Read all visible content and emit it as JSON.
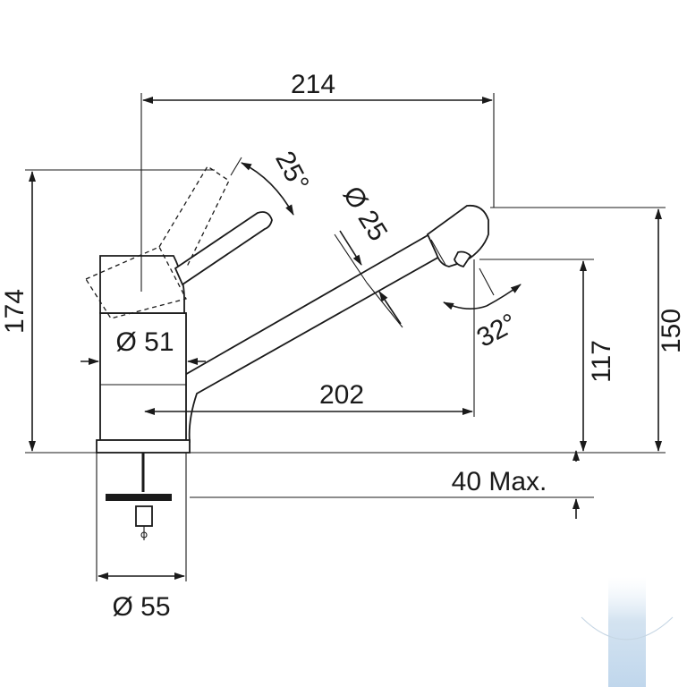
{
  "dimensions": {
    "total_width": "214",
    "total_height": "174",
    "spout_height": "150",
    "spout_clearance": "117",
    "spout_length": "202",
    "body_diameter": "Ø 51",
    "spout_diameter": "Ø 25",
    "base_diameter": "Ø 55",
    "lever_angle": "25°",
    "outlet_angle": "32°",
    "max_thickness": "40 Max."
  },
  "colors": {
    "line": "#1a1a1a",
    "background": "#ffffff",
    "watermark": "#cfe0ef"
  }
}
